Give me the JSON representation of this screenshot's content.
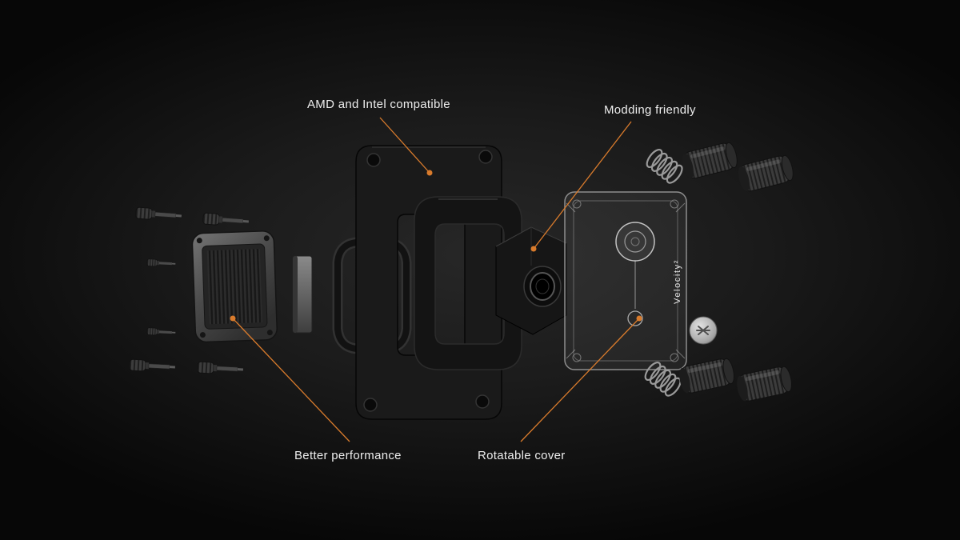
{
  "annotations": {
    "amd_intel": {
      "label": "AMD and Intel compatible"
    },
    "modding": {
      "label": "Modding friendly"
    },
    "performance": {
      "label": "Better performance"
    },
    "rotatable": {
      "label": "Rotatable cover"
    }
  },
  "product": {
    "side_label": "Velocity²"
  },
  "icons": {
    "badge": "ek-logo"
  },
  "colors": {
    "accent_orange": "#d97b2c",
    "background_center": "#272727",
    "background_edge": "#070707",
    "label_text": "#ededed"
  }
}
